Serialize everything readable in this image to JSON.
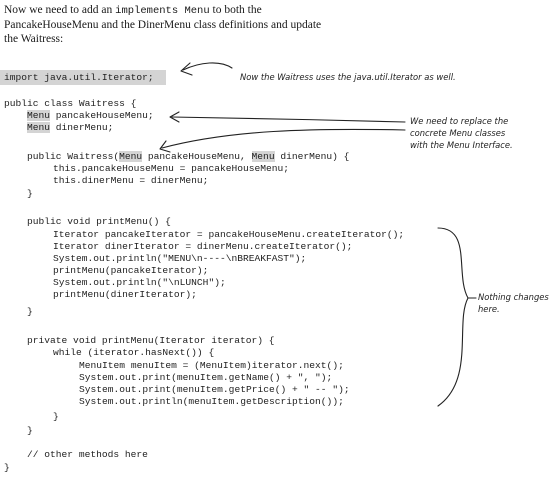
{
  "intro": {
    "part1": "Now we need to add an ",
    "mono": "implements Menu",
    "part2": " to both the PancakeHouseMenu and the DinerMenu class definitions and update the Waitress:"
  },
  "code": {
    "import_line": "import java.util.Iterator;",
    "class_decl": "public class Waitress {",
    "field1_type": "Menu",
    "field1_rest": " pancakeHouseMenu;",
    "field2_type": "Menu",
    "field2_rest": " dinerMenu;",
    "ctor_a": "public Waitress(",
    "ctor_type1": "Menu",
    "ctor_b": " pancakeHouseMenu, ",
    "ctor_type2": "Menu",
    "ctor_c": " dinerMenu) {",
    "ctor_body1": "this.pancakeHouseMenu = pancakeHouseMenu;",
    "ctor_body2": "this.dinerMenu = dinerMenu;",
    "close1": "}",
    "print_decl": "public void printMenu() {",
    "pm1": "Iterator pancakeIterator = pancakeHouseMenu.createIterator();",
    "pm2": "Iterator dinerIterator = dinerMenu.createIterator();",
    "pm3": "System.out.println(\"MENU\\n----\\nBREAKFAST\");",
    "pm4": "printMenu(pancakeIterator);",
    "pm5": "System.out.println(\"\\nLUNCH\");",
    "pm6": "printMenu(dinerIterator);",
    "close2": "}",
    "priv_decl": "private void printMenu(Iterator iterator) {",
    "while_line": "while (iterator.hasNext()) {",
    "w1": "MenuItem menuItem = (MenuItem)iterator.next();",
    "w2": "System.out.print(menuItem.getName() + \", \");",
    "w3": "System.out.print(menuItem.getPrice() + \" -- \");",
    "w4": "System.out.println(menuItem.getDescription());",
    "close3": "}",
    "close4": "}",
    "comment": "// other methods here",
    "close5": "}"
  },
  "notes": {
    "iterator_note": "Now the Waitress uses the java.util.Iterator as well.",
    "replace_l1": "We need to replace the",
    "replace_l2": "concrete Menu classes",
    "replace_l3": "with the Menu Interface.",
    "nothing_l1": "Nothing changes",
    "nothing_l2": "here."
  }
}
